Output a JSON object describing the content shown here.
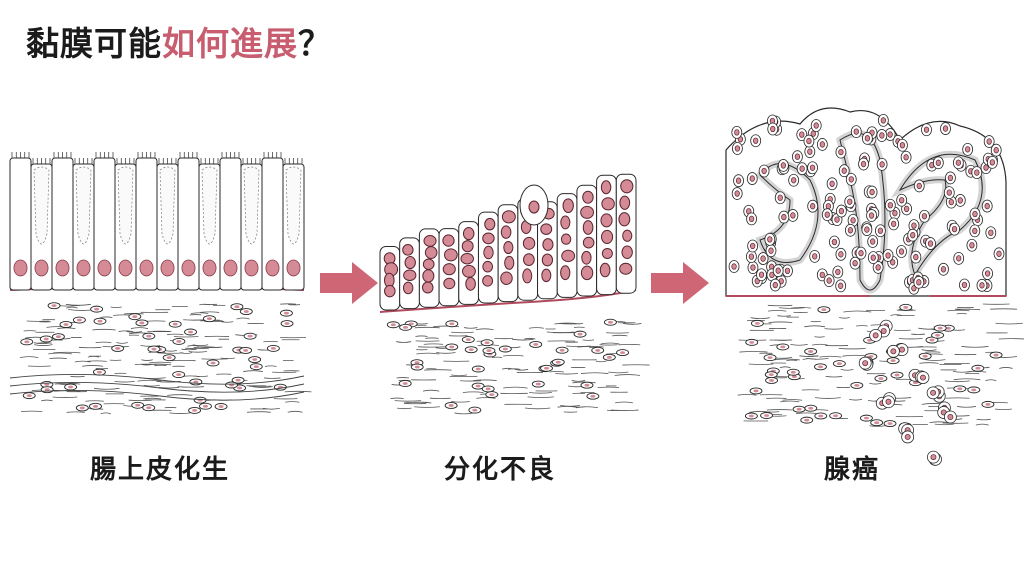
{
  "title": {
    "prefix": "黏膜可能",
    "highlight": "如何進展",
    "suffix": "？"
  },
  "colors": {
    "accent": "#c85d6f",
    "nucleus": "#d48b95",
    "arrow": "#cf6675",
    "outline": "#2a2a2a",
    "basement": "#b04a5c"
  },
  "stages": [
    {
      "label": "腸上皮化生"
    },
    {
      "label": "分化不良"
    },
    {
      "label": "腺癌"
    }
  ],
  "icons": [
    "right-arrow-icon",
    "right-arrow-icon"
  ]
}
